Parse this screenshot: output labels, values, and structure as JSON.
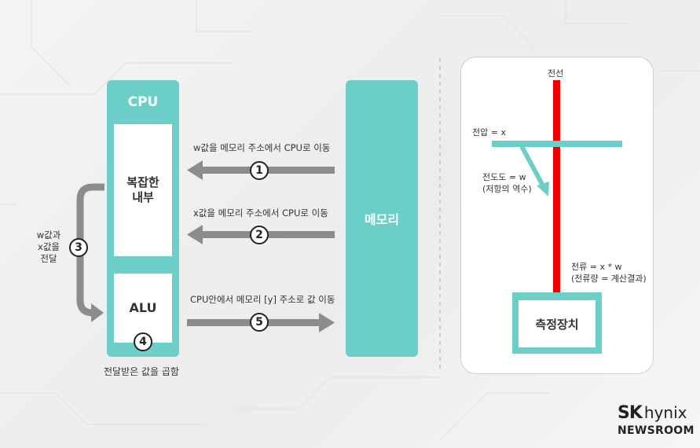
{
  "cpu": {
    "title": "CPU",
    "inner_label": "복잡한\n내부",
    "alu_label": "ALU",
    "alu_step": "4",
    "caption": "전달받은 값을 곱함"
  },
  "memory": {
    "label": "메모리"
  },
  "steps": [
    {
      "num": "1",
      "label": "w값을 메모리 주소에서 CPU로 이동"
    },
    {
      "num": "2",
      "label": "x값을 메모리 주소에서 CPU로 이동"
    },
    {
      "num": "3",
      "label": "w값과\nx값을\n전달"
    },
    {
      "num": "5",
      "label": "CPU안에서 메모리 [y] 주소로 값 이동"
    }
  ],
  "circuit": {
    "wire_label": "전선",
    "voltage_label": "전압 = x",
    "conductance_label": "전도도 = w\n(저항의 역수)",
    "current_label": "전류 = x * w\n(전류량 = 계산결과)",
    "device_label": "측정장치"
  },
  "logo": {
    "sk": "SK",
    "hynix": "hynix",
    "newsroom": "NEWSROOM"
  },
  "colors": {
    "teal": "#6ccfc7",
    "arrow_gray": "#8c8c8c",
    "wire_red": "#ee0000"
  }
}
